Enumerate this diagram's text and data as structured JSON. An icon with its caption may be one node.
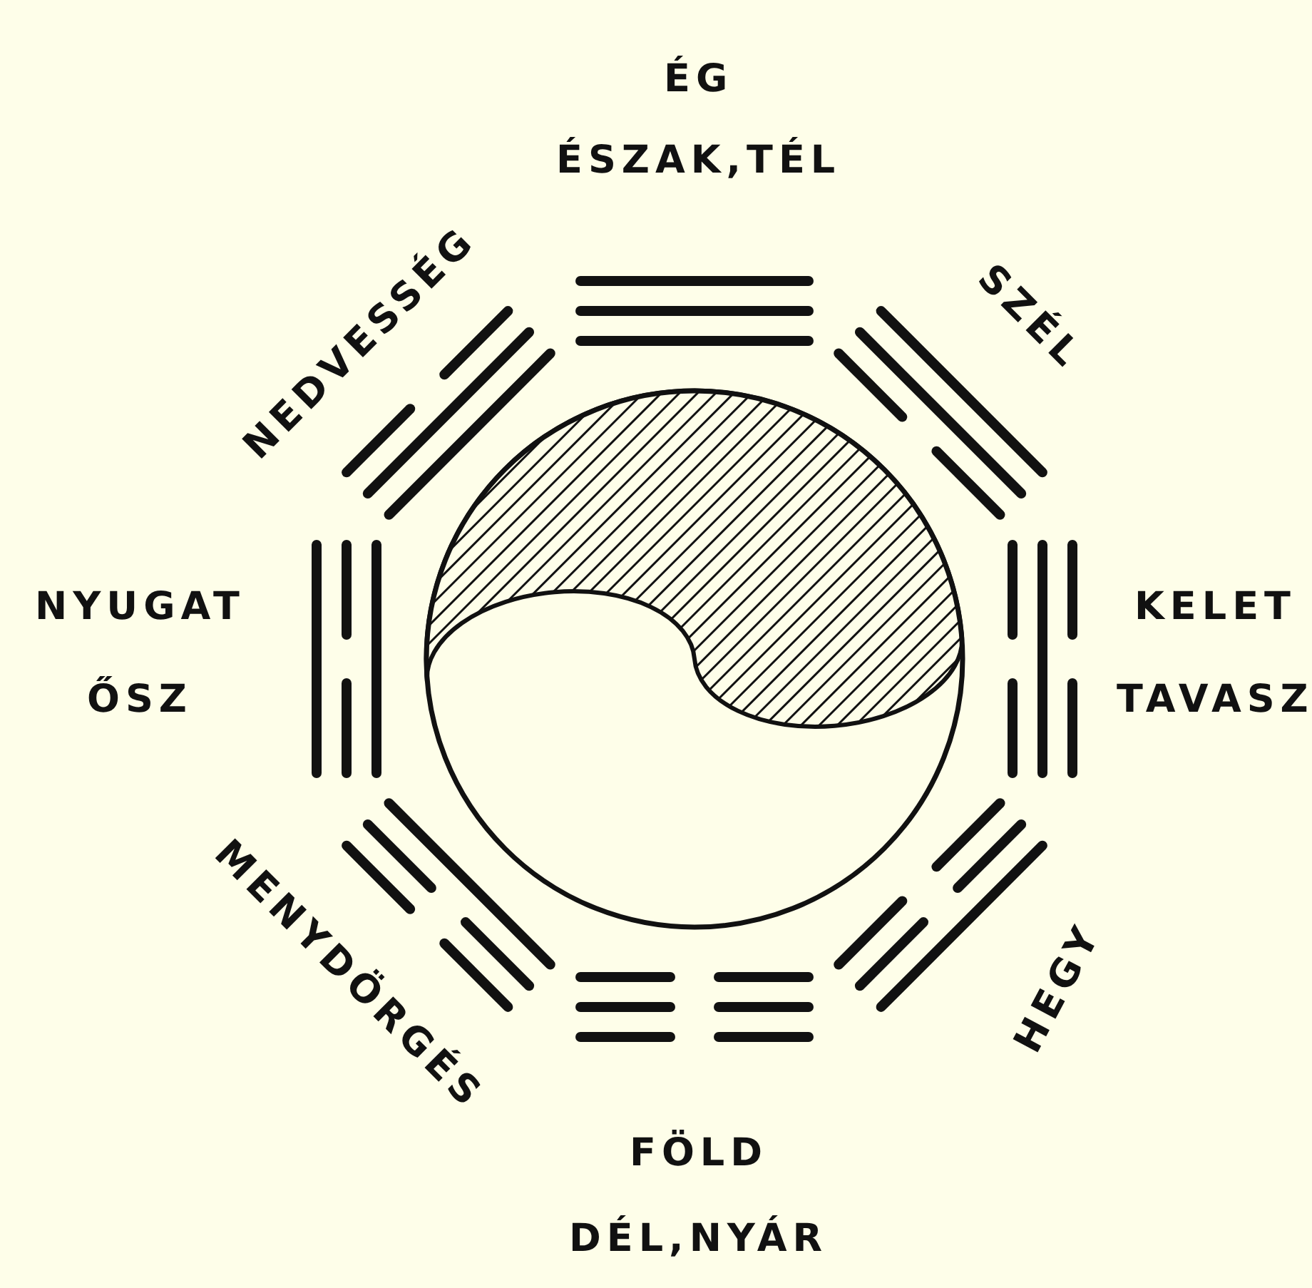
{
  "diagram": {
    "labels": [
      "ÉG",
      "ÉSZAK,TÉL",
      "NEDVESSÉG",
      "SZÉL",
      "NYUGAT",
      "KELET",
      "ŐSZ",
      "TAVASZ",
      "MENYDÖRGÉS",
      "HEGY",
      "FÖLD",
      "DÉL,NYÁR"
    ]
  }
}
